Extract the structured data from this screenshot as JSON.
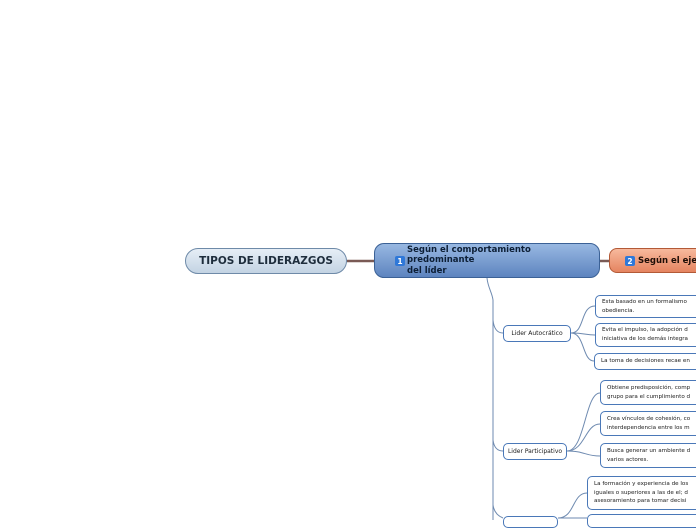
{
  "root": {
    "label": "TIPOS DE LIDERAZGOS"
  },
  "main_topics": [
    {
      "number": "1",
      "label": "Según el comportamiento predominante\ndel líder"
    },
    {
      "number": "2",
      "label": "Según el ejercicio"
    }
  ],
  "subtopics": [
    {
      "label": "Lider Autocrático"
    },
    {
      "label": "Lider Participativo"
    }
  ],
  "leaves": [
    {
      "text": "Esta basado en un formalismo\nobediencia."
    },
    {
      "text": "Evita el impulso, la adopción d\niniciativa de los demás integra"
    },
    {
      "text": "La toma de decisiones recae en"
    },
    {
      "text": "Obtiene predisposición, comp\ngrupo para el cumplimiento d"
    },
    {
      "text": "Crea vínculos de cohesión, co\ninterdependencia entre los m"
    },
    {
      "text": "Busca generar un ambiente d\nvarios actores."
    },
    {
      "text": "La formación y experiencia de los\niguales o superiores a las de el; d\nasesoramiento para tomar decisi"
    }
  ],
  "colors": {
    "root_border": "#6e8aa8",
    "main1_fill": "#7a9fd3",
    "main2_fill": "#ee9d7a",
    "link_main": "#7a5a55",
    "link_sub": "#6e8ab0",
    "number_badge": "#2f78d8"
  }
}
